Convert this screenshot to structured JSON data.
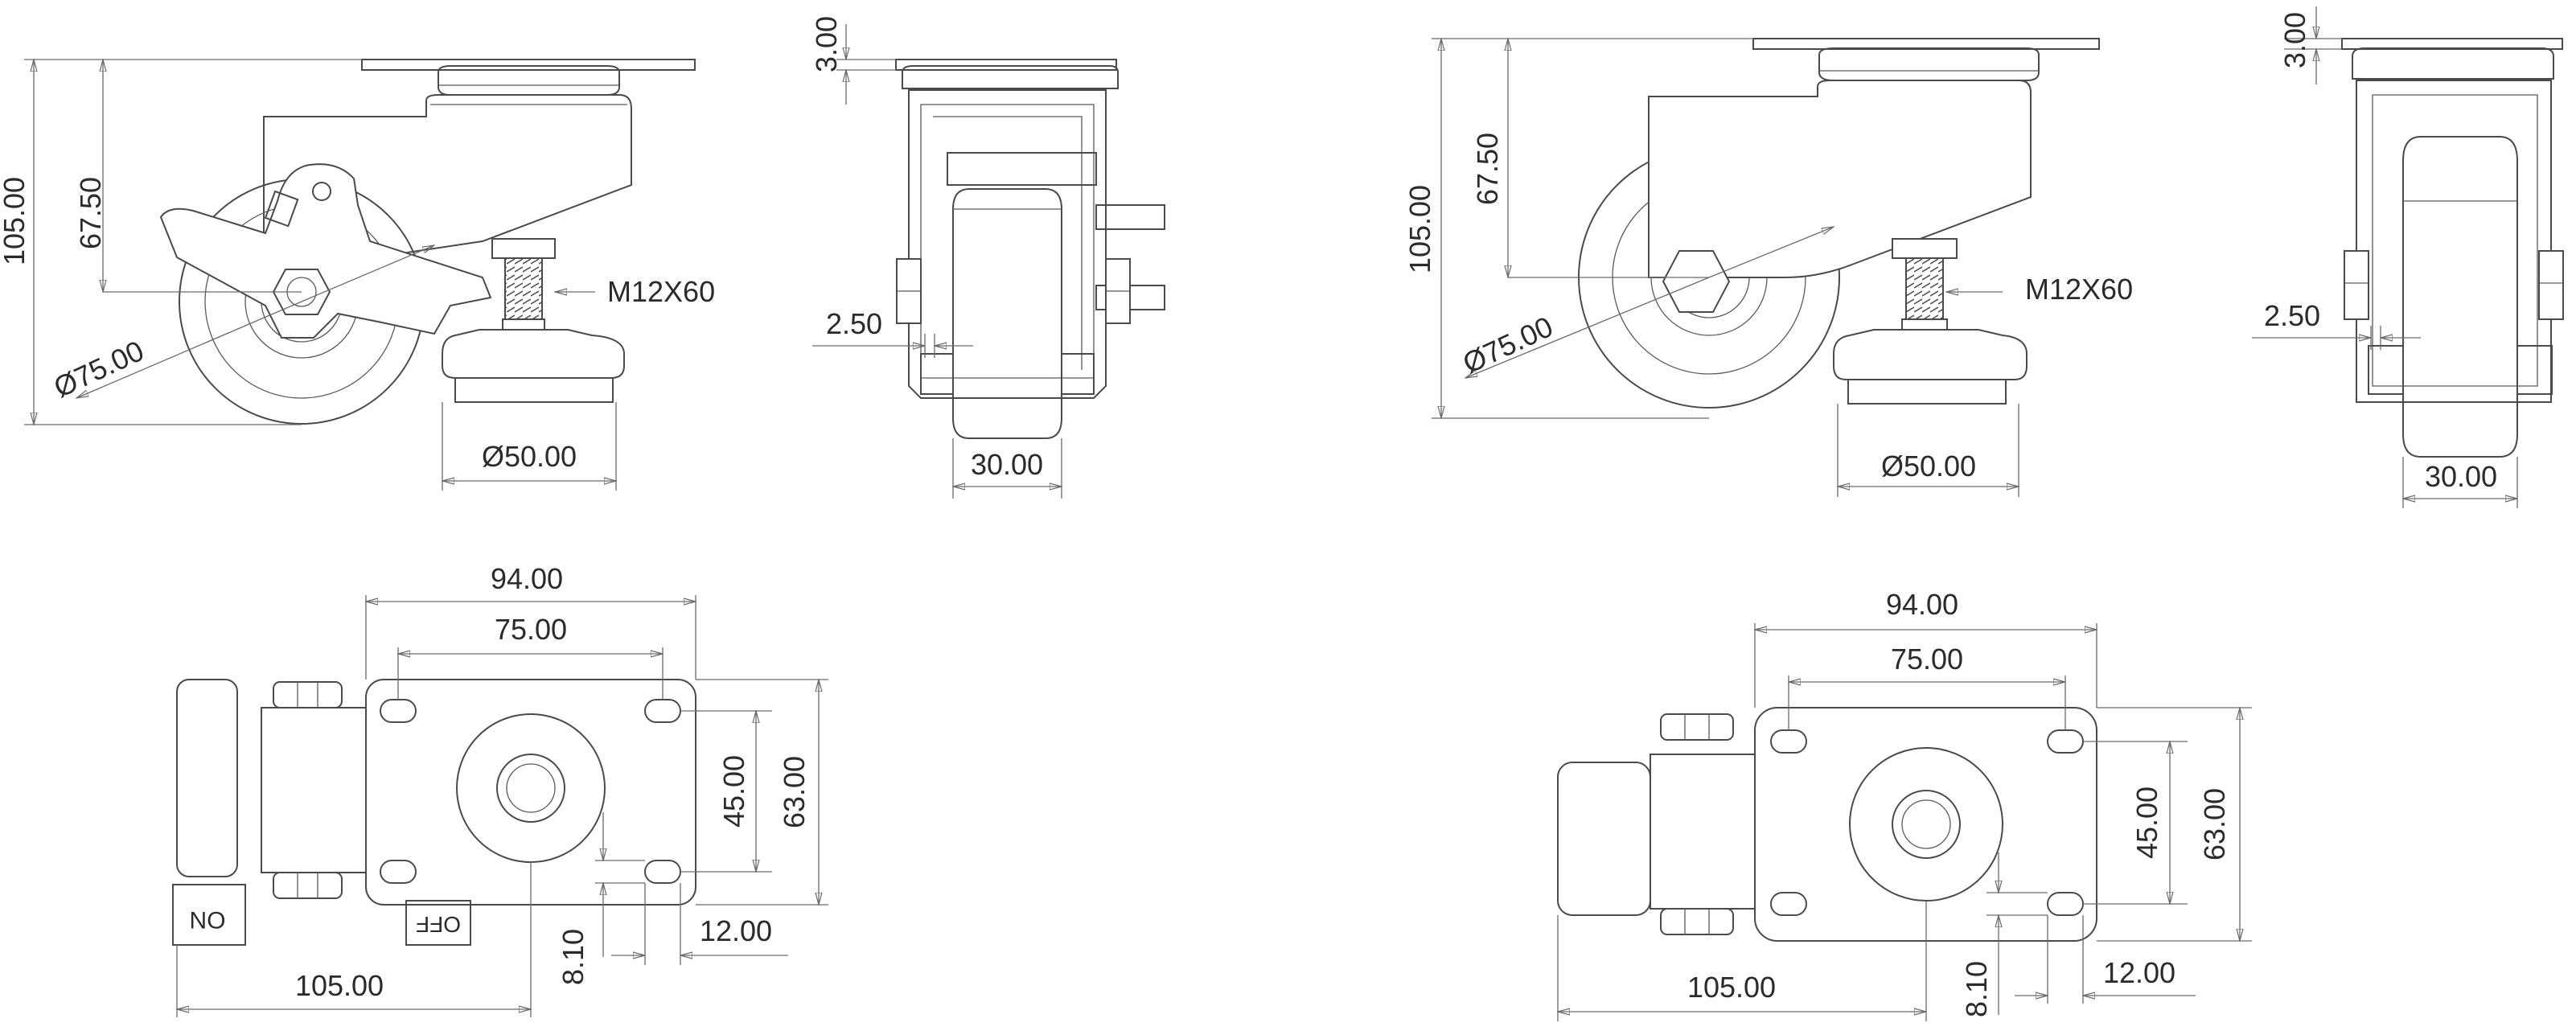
{
  "drawings": {
    "left": {
      "side_view": {
        "total_height": "105.00",
        "axle_height": "67.50",
        "wheel_diameter": "Ø75.00",
        "thread": "M12X60",
        "pad_diameter": "Ø50.00"
      },
      "front_view": {
        "plate_thickness": "3.00",
        "offset": "2.50",
        "wheel_width": "30.00"
      },
      "top_view": {
        "plate_length": "94.00",
        "hole_spacing_x": "75.00",
        "hole_spacing_y": "45.00",
        "plate_width": "63.00",
        "slot_width": "8.10",
        "slot_length": "12.00",
        "overall_length": "105.00",
        "brake_on_label": "ON",
        "brake_off_label": "OFF"
      }
    },
    "right": {
      "side_view": {
        "total_height": "105.00",
        "axle_height": "67.50",
        "wheel_diameter": "Ø75.00",
        "thread": "M12X60",
        "pad_diameter": "Ø50.00"
      },
      "front_view": {
        "plate_thickness": "3.00",
        "offset": "2.50",
        "wheel_width": "30.00"
      },
      "top_view": {
        "plate_length": "94.00",
        "hole_spacing_x": "75.00",
        "hole_spacing_y": "45.00",
        "plate_width": "63.00",
        "slot_width": "8.10",
        "slot_length": "12.00",
        "overall_length": "105.00"
      }
    }
  },
  "colors": {
    "line": "#4a4a4a",
    "text": "#2b2b2b",
    "background": "#ffffff"
  }
}
